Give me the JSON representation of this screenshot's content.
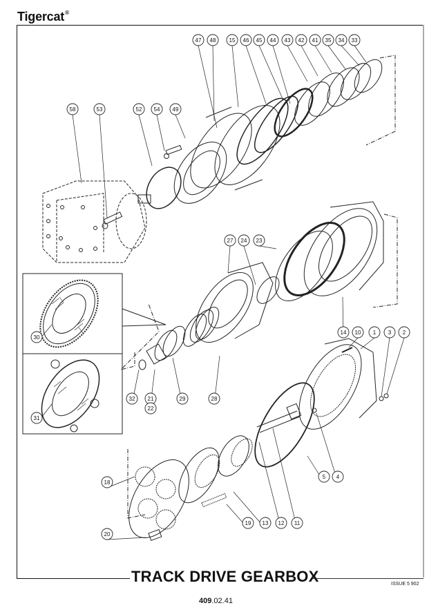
{
  "header": {
    "brand": "Tigercat",
    "brand_mark": "®"
  },
  "footer": {
    "title": "TRACK DRIVE GEARBOX",
    "issue": "ISSUE 5 902",
    "page_number_bold": "409",
    "page_number_rest": ".02.41"
  },
  "diagram": {
    "type": "exploded parts view",
    "callouts": [
      "47",
      "48",
      "15",
      "46",
      "45",
      "44",
      "43",
      "42",
      "41",
      "35",
      "34",
      "33",
      "58",
      "53",
      "52",
      "54",
      "49",
      "27",
      "24",
      "23",
      "30",
      "31",
      "14",
      "10",
      "1",
      "3",
      "2",
      "32",
      "21",
      "22",
      "29",
      "28",
      "5",
      "4",
      "18",
      "20",
      "19",
      "13",
      "12",
      "11"
    ],
    "inset_parts": [
      "30",
      "31"
    ]
  }
}
